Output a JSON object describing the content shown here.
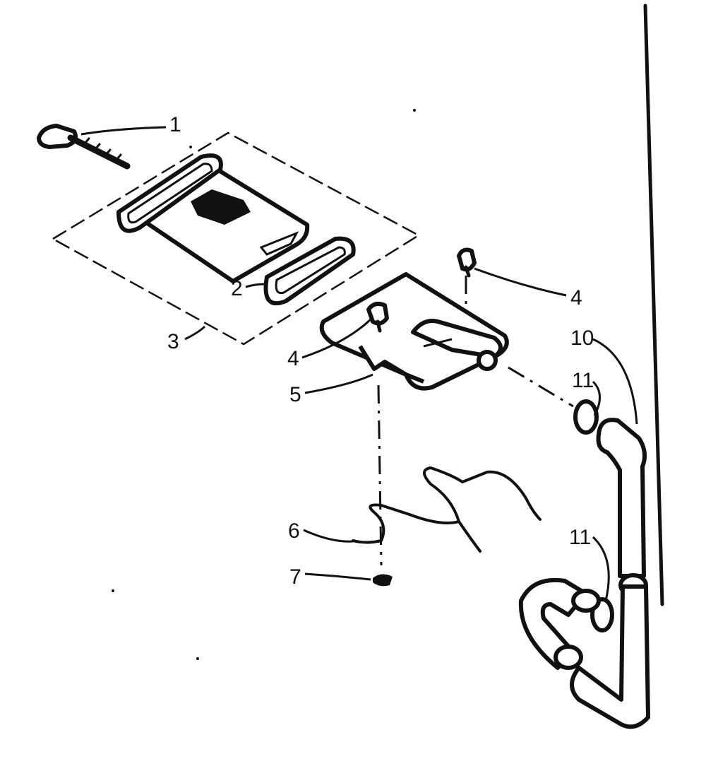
{
  "labels": {
    "l1": "1",
    "l2": "2",
    "l3": "3",
    "l4a": "4",
    "l4b": "4",
    "l5": "5",
    "l6": "6",
    "l7": "7",
    "l10": "10",
    "l11a": "11",
    "l11b": "11"
  }
}
